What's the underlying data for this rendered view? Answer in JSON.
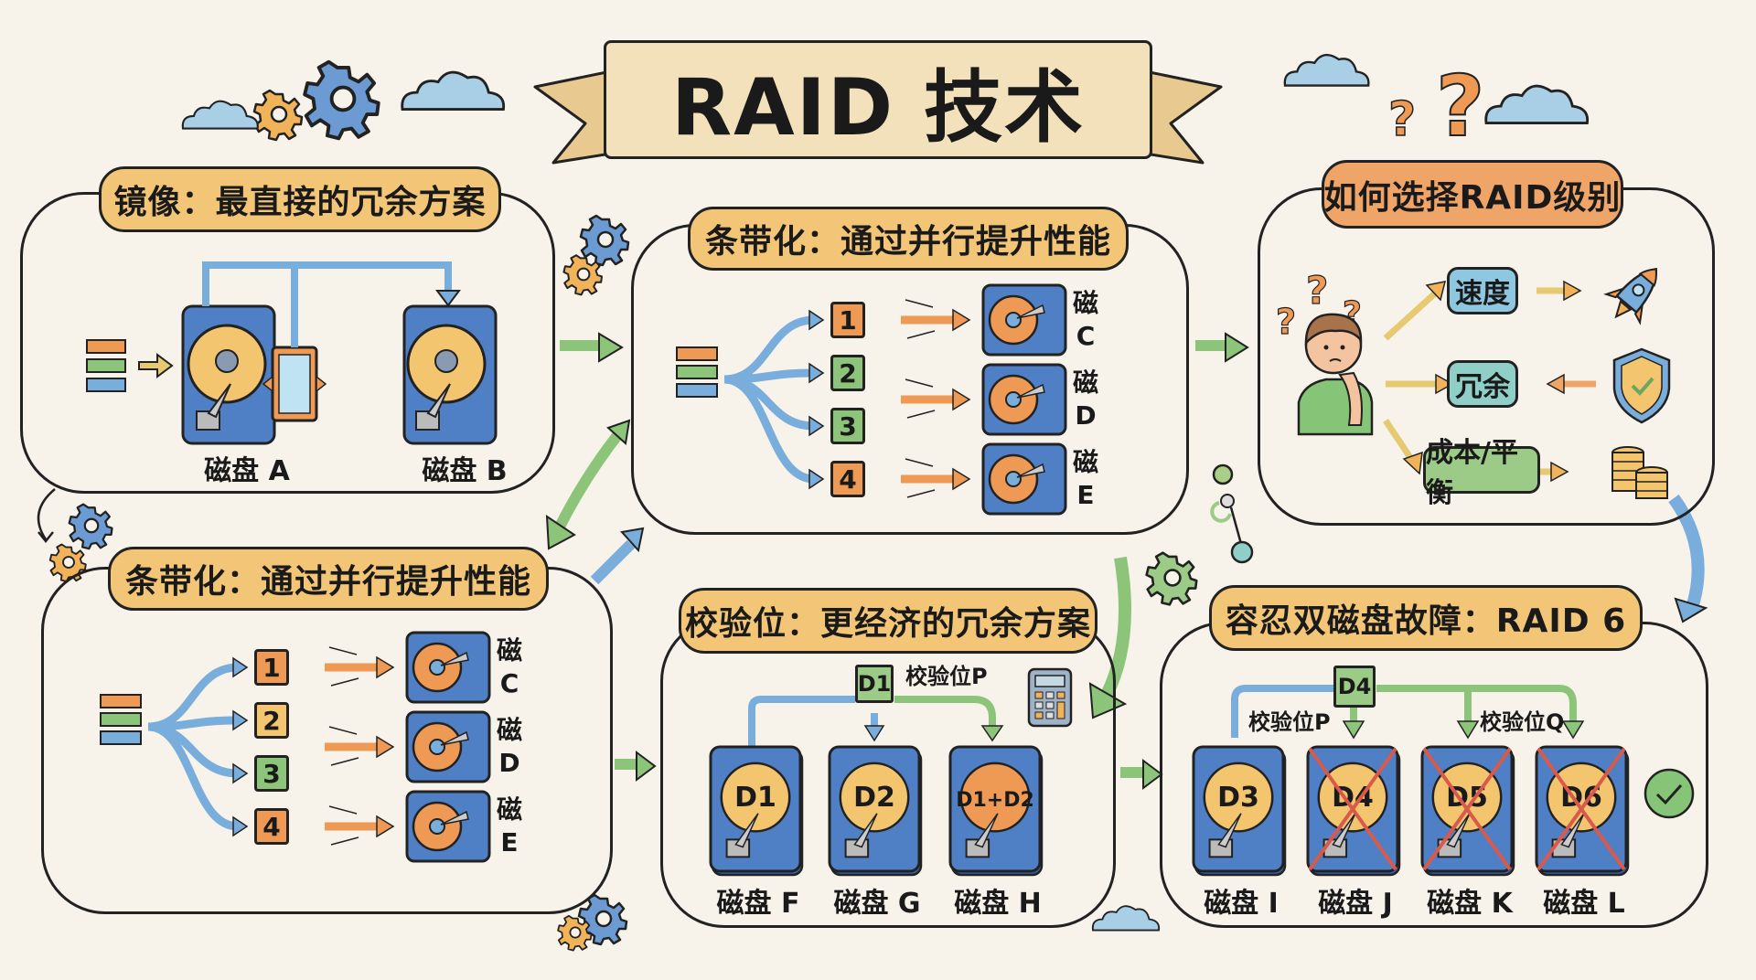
{
  "title": "RAID 技术",
  "colors": {
    "background": "#f7f3ea",
    "pill_yellow": "#f2c676",
    "pill_orange": "#efa468",
    "disk_blue": "#4f7fc4",
    "platter_yellow": "#f2c56e",
    "platter_orange": "#ee9a55",
    "arrow_green": "#8cc57a",
    "arrow_blue": "#79aedc",
    "strike_red": "#d95a4a",
    "check_green": "#86c477"
  },
  "mirroring": {
    "heading": "镜像：最直接的冗余方案",
    "disk_a": "磁盘 A",
    "disk_b": "磁盘 B",
    "mirror_icon": "mirror-icon"
  },
  "striping_top": {
    "heading": "条带化：通过并行提升性能",
    "blocks": [
      "1",
      "2",
      "3",
      "4"
    ],
    "block_colors": [
      "#ee9a55",
      "#8cc57a",
      "#8cc57a",
      "#ee9a55"
    ],
    "disks": [
      {
        "prefix": "磁",
        "letter": "C"
      },
      {
        "prefix": "磁",
        "letter": "D"
      },
      {
        "prefix": "磁",
        "letter": "E"
      }
    ]
  },
  "striping_bottom": {
    "heading": "条带化：通过并行提升性能",
    "blocks": [
      "1",
      "2",
      "3",
      "4"
    ],
    "block_colors": [
      "#ee9a55",
      "#f2c56e",
      "#8cc57a",
      "#ee9a55"
    ],
    "disks": [
      {
        "prefix": "磁",
        "letter": "C"
      },
      {
        "prefix": "磁",
        "letter": "D"
      },
      {
        "prefix": "磁",
        "letter": "E"
      }
    ]
  },
  "choose_raid": {
    "heading": "如何选择RAID级别",
    "options": [
      {
        "label": "速度",
        "icon": "rocket-icon"
      },
      {
        "label": "冗余",
        "icon": "shield-check-icon"
      },
      {
        "label": "成本/平衡",
        "icon": "coins-icon"
      }
    ]
  },
  "parity": {
    "heading": "校验位：更经济的冗余方案",
    "source_block": "D1",
    "parity_label": "校验位P",
    "disks": [
      {
        "content": "D1",
        "name": "磁盘 F"
      },
      {
        "content": "D2",
        "name": "磁盘 G"
      },
      {
        "content": "D1+D2",
        "name": "磁盘 H"
      }
    ]
  },
  "raid6": {
    "heading": "容忍双磁盘故障：RAID 6",
    "source_block": "D4",
    "parity_p_label": "校验位P",
    "parity_q_label": "校验位Q",
    "disks": [
      {
        "content": "D3",
        "name": "磁盘 I",
        "failed": false
      },
      {
        "content": "D4",
        "name": "磁盘 J",
        "failed": true
      },
      {
        "content": "D5",
        "name": "磁盘 K",
        "failed": true
      },
      {
        "content": "D6",
        "name": "磁盘 L",
        "failed": true
      }
    ],
    "status_icon": "check-circle-icon"
  }
}
